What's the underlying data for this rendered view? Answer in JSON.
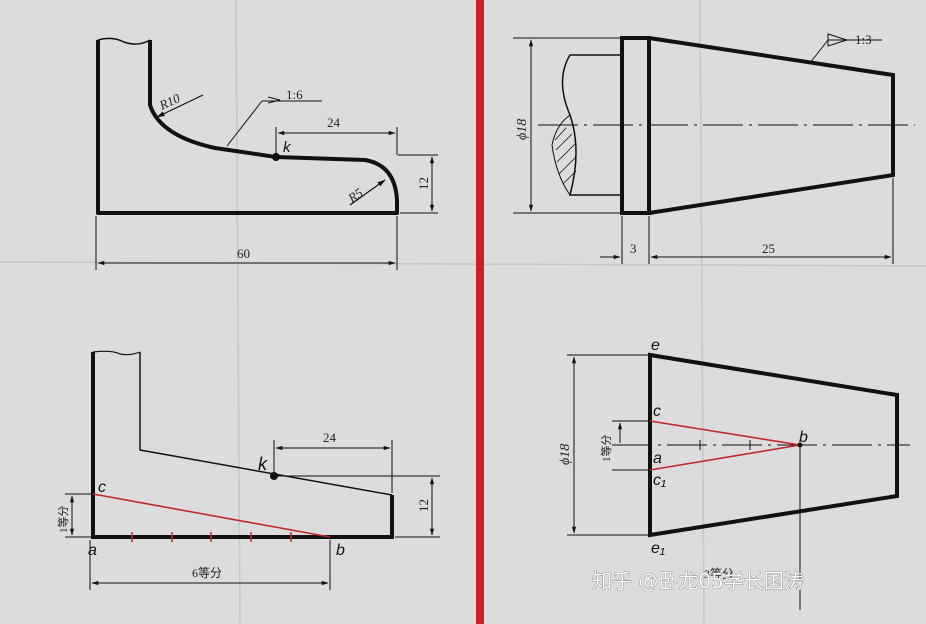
{
  "colors": {
    "paper": "#dcdcdc",
    "line": "#111111",
    "construction": "#c0282d",
    "divider": "#cc1f24"
  },
  "top_left": {
    "r10": "R10",
    "r5": "R5",
    "taper": "1:6",
    "k": "k",
    "dim_24": "24",
    "dim_12": "12",
    "dim_60": "60"
  },
  "top_right": {
    "taper": "1:3",
    "diameter": "ϕ18",
    "dim_3": "3",
    "dim_25": "25"
  },
  "bottom_left": {
    "k": "k",
    "dim_24": "24",
    "dim_12": "12",
    "c": "c",
    "a": "a",
    "b": "b",
    "one_part": "1等分",
    "six_parts": "6等分"
  },
  "bottom_right": {
    "e": "e",
    "e1": "e₁",
    "c": "c",
    "a": "a",
    "c1": "c₁",
    "b": "b",
    "diameter": "ϕ18",
    "one_part": "1等分",
    "three_parts": "3等分"
  },
  "watermark": "知乎 @卧龙05学长国涛"
}
